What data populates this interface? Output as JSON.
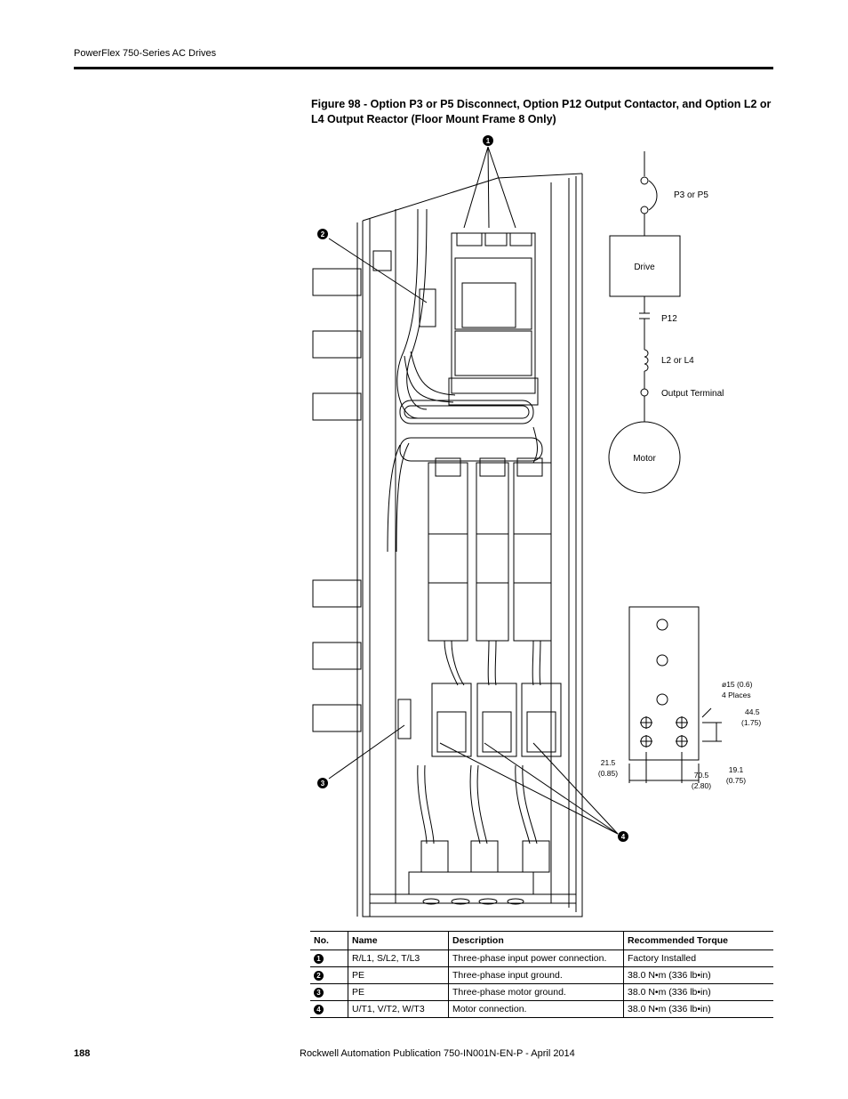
{
  "header": {
    "title": "PowerFlex 750-Series AC Drives"
  },
  "figure": {
    "title": "Figure 98 - Option P3 or P5 Disconnect, Option P12 Output Contactor, and Option L2 or L4 Output Reactor (Floor Mount Frame 8 Only)",
    "callouts": [
      "1",
      "2",
      "3",
      "4"
    ]
  },
  "schematic": {
    "disconnect": "P3 or P5",
    "drive": "Drive",
    "contactor": "P12",
    "reactor": "L2 or L4",
    "output_terminal": "Output Terminal",
    "motor": "Motor"
  },
  "detail": {
    "hole_note_1": "ø15 (0.6)",
    "hole_note_2": "4 Places",
    "dim_a_1": "44.5",
    "dim_a_2": "(1.75)",
    "dim_b_1": "21.5",
    "dim_b_2": "(0.85)",
    "dim_c_1": "70.5",
    "dim_c_2": "(2.80)",
    "dim_d_1": "19.1",
    "dim_d_2": "(0.75)"
  },
  "table": {
    "headers": [
      "No.",
      "Name",
      "Description",
      "Recommended Torque"
    ],
    "rows": [
      {
        "no": "1",
        "name": "R/L1, S/L2, T/L3",
        "description": "Three-phase input power connection.",
        "torque": "Factory Installed"
      },
      {
        "no": "2",
        "name": "PE",
        "description": "Three-phase input ground.",
        "torque": "38.0 N•m (336 lb•in)"
      },
      {
        "no": "3",
        "name": "PE",
        "description": "Three-phase motor ground.",
        "torque": "38.0 N•m (336 lb•in)"
      },
      {
        "no": "4",
        "name": "U/T1, V/T2, W/T3",
        "description": "Motor connection.",
        "torque": "38.0 N•m (336 lb•in)"
      }
    ]
  },
  "footer": {
    "page": "188",
    "publication": "Rockwell Automation Publication 750-IN001N-EN-P - April 2014"
  }
}
